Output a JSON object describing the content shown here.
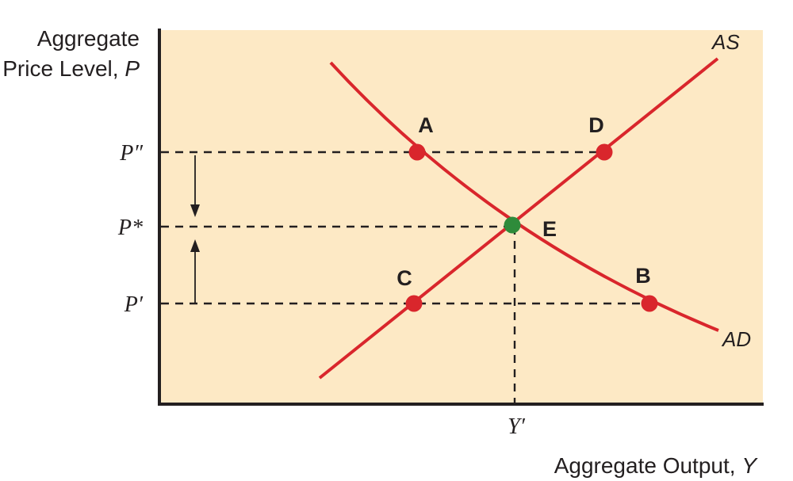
{
  "axes": {
    "y_title_line1": "Aggregate",
    "y_title_line2": "Price Level, ",
    "y_title_var": "P",
    "x_title": "Aggregate Output, ",
    "x_title_var": "Y"
  },
  "ticks": {
    "p_double_prime": "P″",
    "p_star": "P*",
    "p_prime": "P′",
    "y_prime": "Y′"
  },
  "curves": {
    "supply_label": "AS",
    "demand_label": "AD"
  },
  "points": {
    "a": "A",
    "b": "B",
    "c": "C",
    "d": "D",
    "e": "E"
  },
  "colors": {
    "plot_background": "#fde9c5",
    "axis": "#231f20",
    "curve": "#d9262c",
    "disequilibrium_point": "#d9262c",
    "equilibrium_point": "#2e8b3a"
  }
}
